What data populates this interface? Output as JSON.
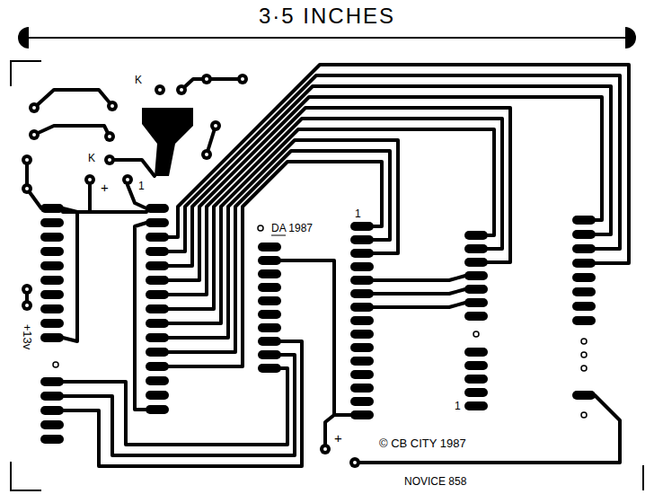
{
  "diagram": {
    "labels": [
      "3·5 INCHES",
      "K",
      "K",
      "+",
      "1",
      "+13v",
      "DA 1987",
      "1",
      "1",
      "+",
      "© CB CITY 1987",
      "NOVICE 858"
    ]
  }
}
